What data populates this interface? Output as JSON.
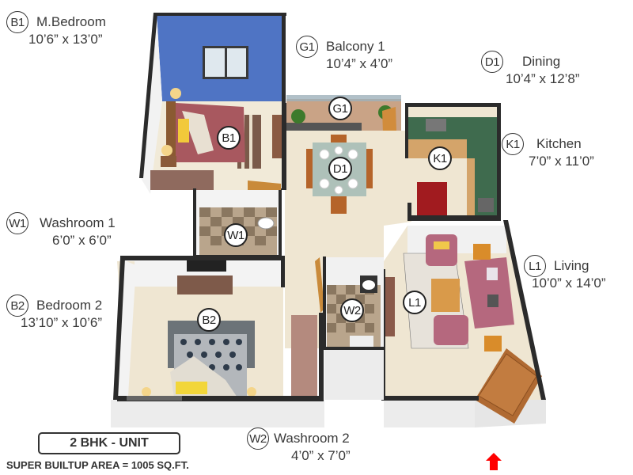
{
  "rooms": [
    {
      "code": "B1",
      "name": "M.Bedroom",
      "dimensions": "10’6” x 13’0”"
    },
    {
      "code": "G1",
      "name": "Balcony 1",
      "dimensions": "10’4” x 4’0”"
    },
    {
      "code": "D1",
      "name": "Dining",
      "dimensions": "10’4” x 12’8”"
    },
    {
      "code": "K1",
      "name": "Kitchen",
      "dimensions": "7’0” x 11’0”"
    },
    {
      "code": "W1",
      "name": "Washroom 1",
      "dimensions": "6’0” x 6’0”"
    },
    {
      "code": "L1",
      "name": "Living",
      "dimensions": "10’0” x 14’0”"
    },
    {
      "code": "B2",
      "name": "Bedroom 2",
      "dimensions": "13’10” x 10’6”"
    },
    {
      "code": "W2",
      "name": "Washroom 2",
      "dimensions": "4’0” x 7’0”"
    }
  ],
  "unit": {
    "type_label": "2 BHK - UNIT",
    "area_label": "SUPER BUILTUP AREA = 1005 SQ.FT."
  },
  "entry_marker": {
    "icon": "up-arrow-icon",
    "color": "#ff0000"
  },
  "colors": {
    "bedroom1_wall": "#4f74c4",
    "floor": "#efe6d2",
    "wall": "#2b2b2b",
    "bed1_cover": "#a8585f",
    "kitchen_counter": "#3f6b4e",
    "sofa": "#b5687e",
    "wood": "#c98a3a"
  }
}
